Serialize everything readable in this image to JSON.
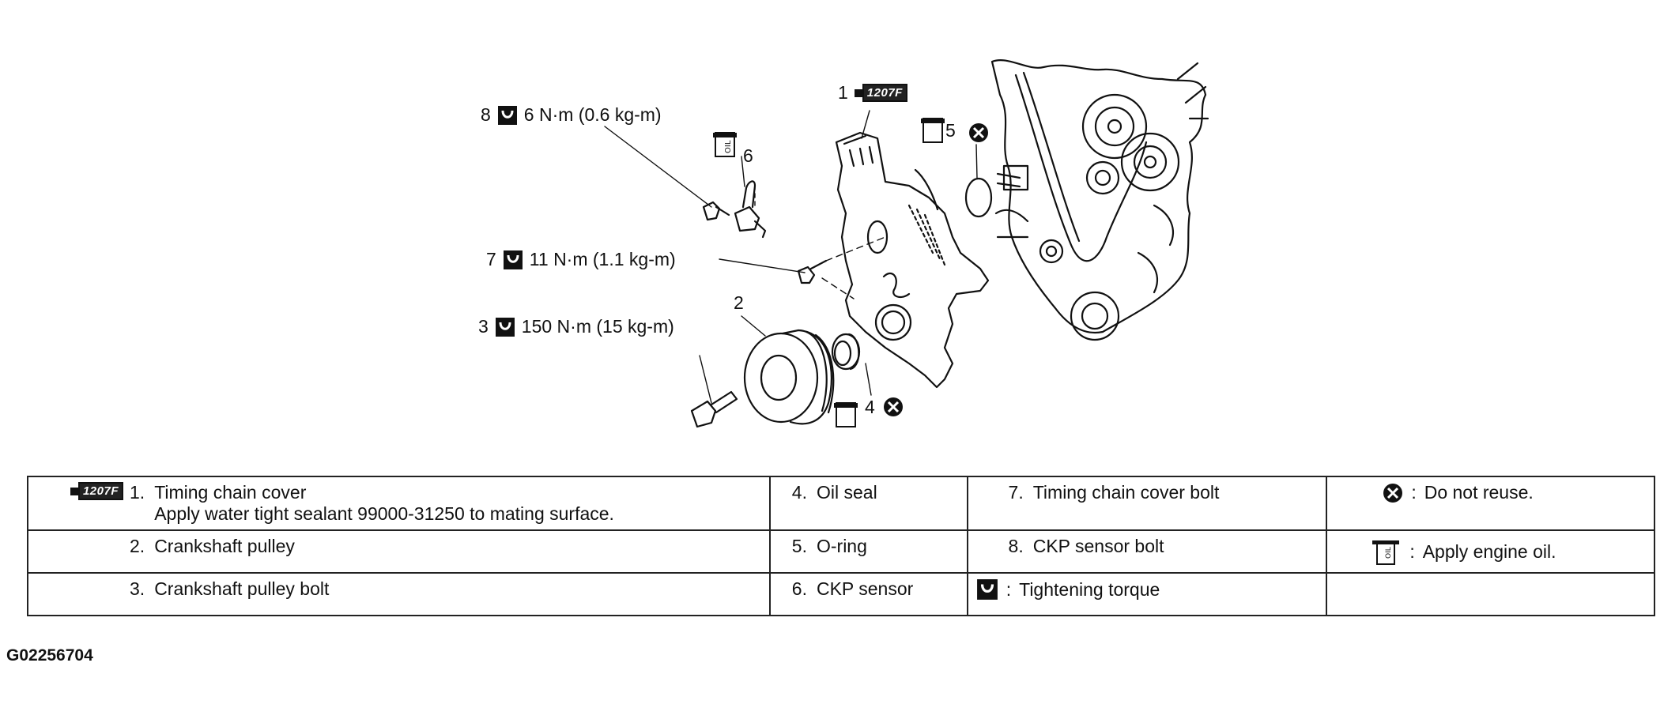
{
  "callouts": {
    "c1": {
      "num": "1",
      "sealant": "1207F"
    },
    "c2": {
      "num": "2"
    },
    "c3": {
      "num": "3",
      "torque": "150 N·m (15 kg-m)"
    },
    "c4": {
      "num": "4"
    },
    "c5": {
      "num": "5"
    },
    "c6": {
      "num": "6"
    },
    "c7": {
      "num": "7",
      "torque": "11 N·m (1.1 kg-m)"
    },
    "c8": {
      "num": "8",
      "torque": "6 N·m (0.6 kg-m)"
    }
  },
  "icons": {
    "oil_can_label": "OIL",
    "sealant_label": "1207F"
  },
  "legend": {
    "r1": {
      "sealant": "1207F",
      "n1": "1.",
      "t1a": "Timing chain cover",
      "t1b": "Apply water tight sealant 99000-31250 to mating surface.",
      "n4": "4.",
      "t4": "Oil seal",
      "n7": "7.",
      "t7": "Timing chain cover bolt",
      "sym": ":",
      "symtext": "Do not reuse."
    },
    "r2": {
      "n2": "2.",
      "t2": "Crankshaft pulley",
      "n5": "5.",
      "t5": "O-ring",
      "n8": "8.",
      "t8": "CKP sensor bolt",
      "sym": ":",
      "symtext": "Apply engine oil."
    },
    "r3": {
      "n3": "3.",
      "t3": "Crankshaft pulley bolt",
      "n6": "6.",
      "t6": "CKP sensor",
      "sym": ":",
      "symtext": "Tightening torque"
    }
  },
  "figure_code": "G02256704"
}
